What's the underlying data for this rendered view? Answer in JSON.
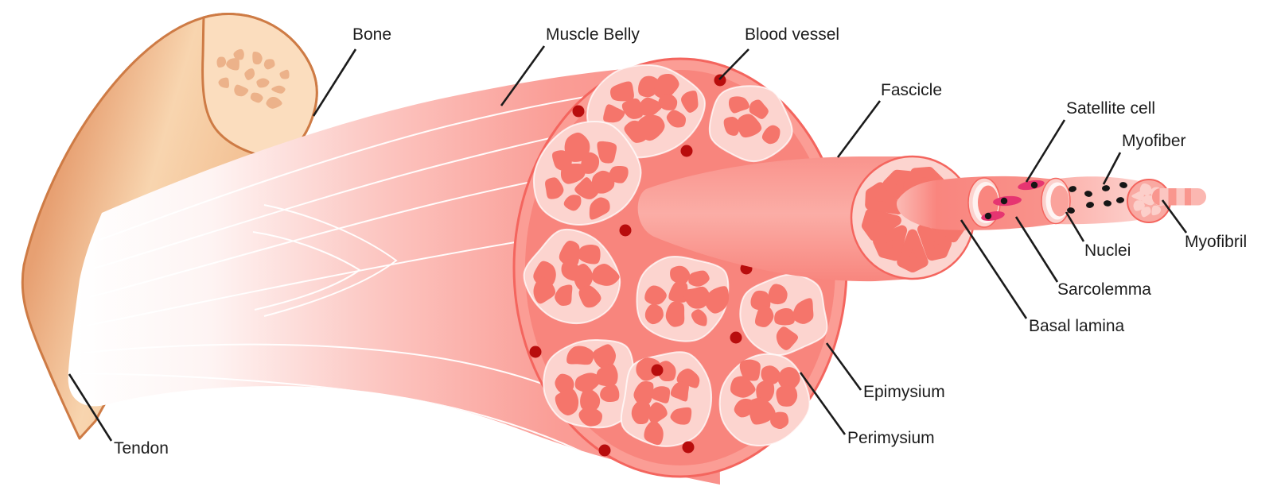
{
  "figure": {
    "type": "anatomical-diagram",
    "subject": "Skeletal muscle structure (bone to myofibril)",
    "labels": {
      "bone": "Bone",
      "tendon": "Tendon",
      "muscle_belly": "Muscle Belly",
      "blood_vessel": "Blood vessel",
      "fascicle": "Fascicle",
      "satellite_cell": "Satellite cell",
      "myofiber": "Myofiber",
      "myofibril": "Myofibril",
      "nuclei": "Nuclei",
      "sarcolemma": "Sarcolemma",
      "basal_lamina": "Basal lamina",
      "epimysium": "Epimysium",
      "perimysium": "Perimysium"
    },
    "colors": {
      "background": "#ffffff",
      "label_text": "#1c1c1c",
      "leader_line": "#1b1b1b",
      "bone_outline": "#ce7b45",
      "bone_face": "#fbddbe",
      "bone_spot": "#ecb28a",
      "muscle_salmon": "#f9908a",
      "muscle_deep": "#f8857d",
      "epimysium_band": "#fb9d95",
      "outline_red": "#f4655e",
      "bundle_bg": "#fcd4cf",
      "myofiber_red": "#f5756b",
      "blood_vessel": "#b80d0d",
      "satellite_cell": "#e63571",
      "nucleus_black": "#161616",
      "tendon_white": "#ffffff",
      "myofibril_disc": "#f9a9a2",
      "myofibril_cell": "#fccfca"
    }
  }
}
